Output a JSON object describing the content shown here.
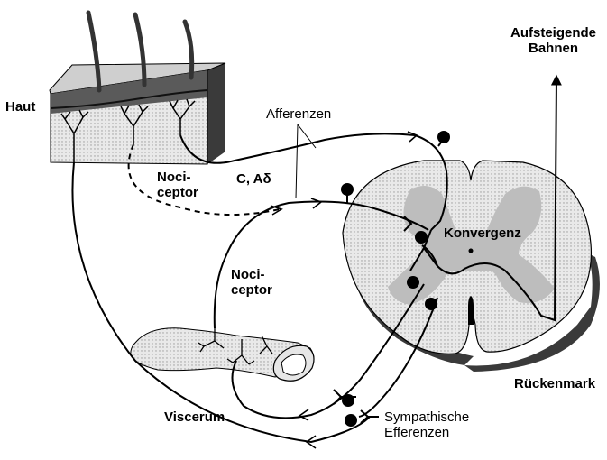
{
  "labels": {
    "haut": "Haut",
    "afferenzen": "Afferenzen",
    "c_adelta": "C, Aδ",
    "nociceptor_skin": "Noci-\nceptor",
    "nociceptor_visceral": "Noci-\nceptor",
    "konvergenz": "Konvergenz",
    "aufsteigende_bahnen": "Aufsteigende\nBahnen",
    "rueckenmark": "Rückenmark",
    "viscerum": "Viscerum",
    "sympathische_efferenzen": "Sympathische\nEfferenzen"
  },
  "colors": {
    "ink": "#000000",
    "gray_matter": "#bdbdbd",
    "white_matter": "#e6e6e6",
    "skin": "#d6d6d6",
    "shadow": "#3a3a3a"
  }
}
